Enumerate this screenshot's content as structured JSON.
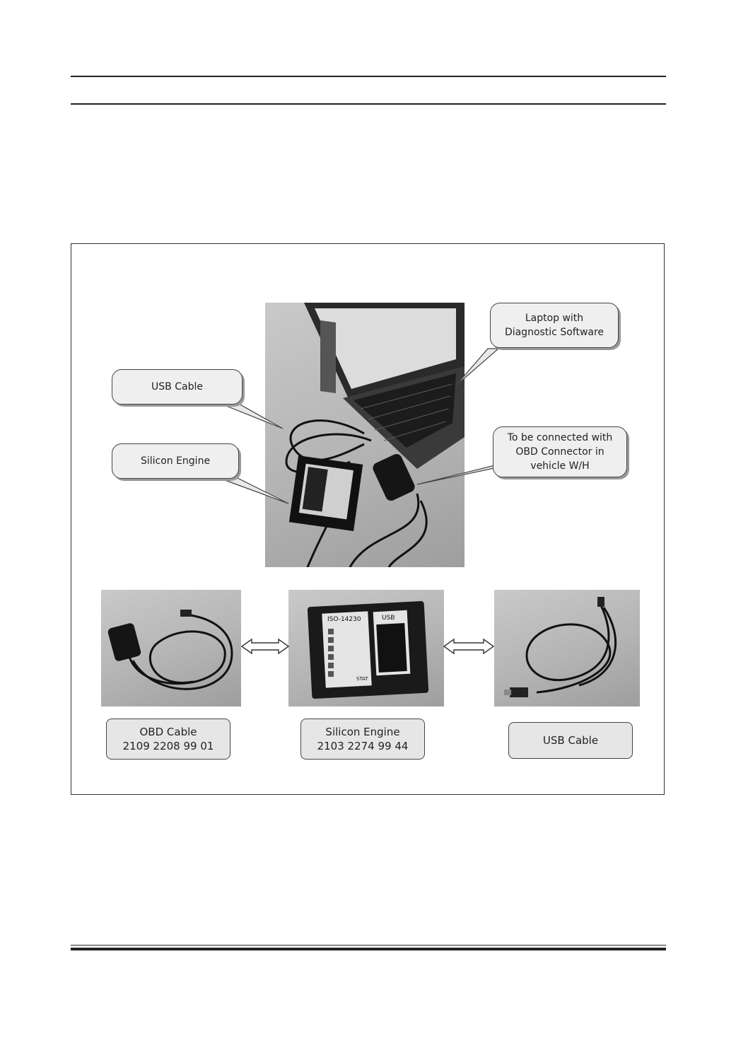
{
  "figure": {
    "callouts": {
      "laptop": "Laptop with\nDiagnostic Software",
      "usb_cable": "USB Cable",
      "silicon_engine": "Silicon Engine",
      "obd_connector": "To be connected with\nOBD Connector in\nvehicle W/H"
    },
    "device_panel": {
      "iso_label": "ISO-14230",
      "usb_label": "USB",
      "stat_label": "STAT"
    },
    "components": [
      {
        "label": "OBD Cable\n2109 2208 99 01"
      },
      {
        "label": "Silicon Engine\n2103 2274 99 44"
      },
      {
        "label": "USB Cable"
      }
    ]
  }
}
